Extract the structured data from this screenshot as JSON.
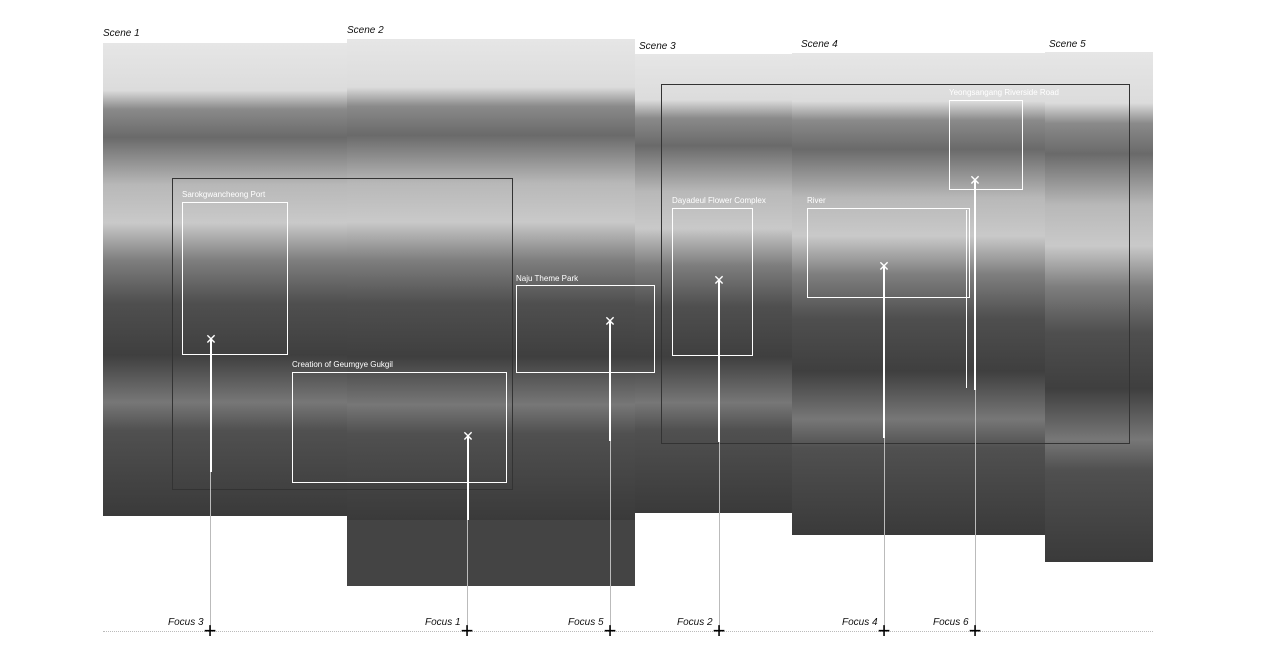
{
  "scenes": [
    "Scene 1",
    "Scene 2",
    "Scene 3",
    "Scene 4",
    "Scene 5"
  ],
  "places": [
    "Sarokgwancheong Port",
    "Creation of Geumgye Gukgil",
    "Naju Theme Park",
    "Dayadeul Flower Complex",
    "River",
    "Yeongsangang Riverside Road"
  ],
  "focus": [
    "Focus 3",
    "Focus 1",
    "Focus 5",
    "Focus 2",
    "Focus 4",
    "Focus 6"
  ]
}
